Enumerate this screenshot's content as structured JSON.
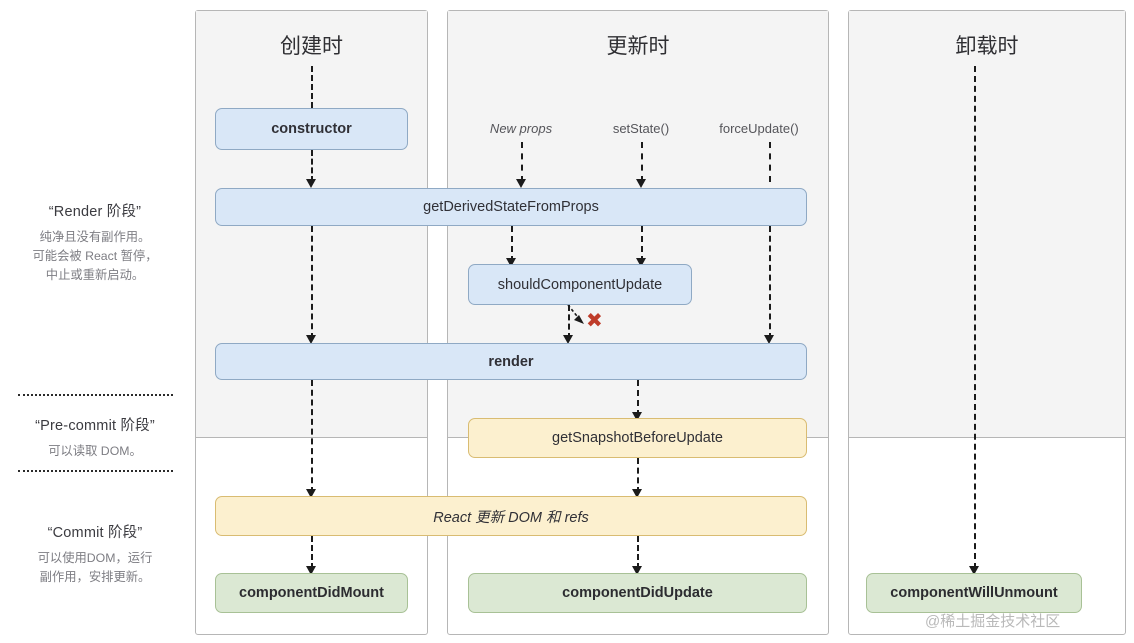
{
  "phases": [
    {
      "title": "“Render 阶段”",
      "lines": [
        "纯净且没有副作用。",
        "可能会被 React 暂停，",
        "中止或重新启动。"
      ]
    },
    {
      "title": "“Pre-commit 阶段”",
      "lines": [
        "可以读取 DOM。"
      ]
    },
    {
      "title": "“Commit 阶段”",
      "lines": [
        "可以使用DOM，运行",
        "副作用，安排更新。"
      ]
    }
  ],
  "columns": [
    {
      "title": "创建时"
    },
    {
      "title": "更新时"
    },
    {
      "title": "卸载时"
    }
  ],
  "triggers": [
    {
      "label": "New props"
    },
    {
      "label": "setState()"
    },
    {
      "label": "forceUpdate()"
    }
  ],
  "boxes": {
    "constructor": "constructor",
    "get_derived_state": "getDerivedStateFromProps",
    "should_component_update": "shouldComponentUpdate",
    "render": "render",
    "get_snapshot": "getSnapshotBeforeUpdate",
    "react_updates_dom": "React 更新 DOM 和 refs",
    "component_did_mount": "componentDidMount",
    "component_did_update": "componentDidUpdate",
    "component_will_unmount": "componentWillUnmount"
  },
  "markers": {
    "skip_render_x": "✖"
  },
  "watermark": "@稀土掘金技术社区",
  "colors": {
    "blue_fill": "#d9e7f7",
    "blue_border": "#8fa9c4",
    "yellow_fill": "#fcf0cf",
    "yellow_border": "#d9bc72",
    "green_fill": "#dbe8d3",
    "green_border": "#a8c196",
    "panel_shade": "#f4f4f4",
    "panel_border": "#b6b6b6",
    "x_mark": "#bf3c2a"
  }
}
